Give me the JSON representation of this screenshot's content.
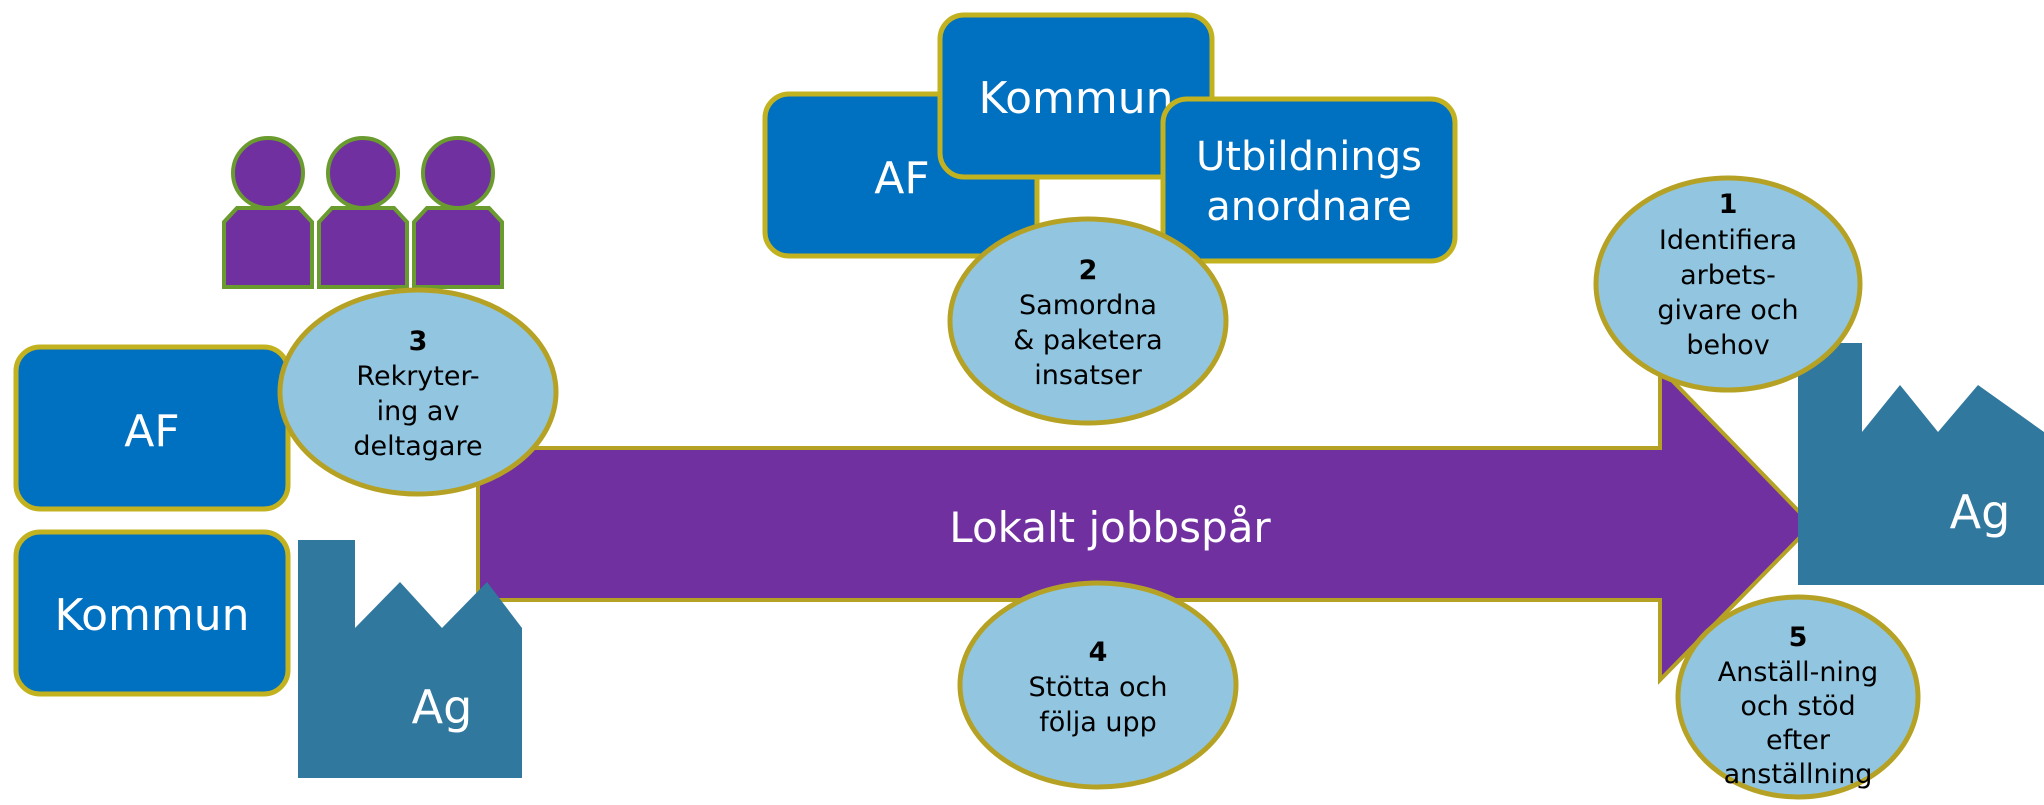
{
  "colors": {
    "box_blue": "#0070c0",
    "box_border": "#c3b21f",
    "circle_fill": "#92c5e0",
    "circle_border": "#b5a224",
    "arrow_purple": "#7030a0",
    "factory_teal": "#31789f",
    "person_purple": "#7030a0",
    "person_outline": "#6a9b2f",
    "white": "#ffffff",
    "black": "#000000"
  },
  "arrow": {
    "label": "Lokalt jobbspår"
  },
  "boxes": {
    "af_left": "AF",
    "kommun_left": "Kommun",
    "af_top": "AF",
    "kommun_top": "Kommun",
    "utbildning_line1": "Utbildnings",
    "utbildning_line2": "anordnare"
  },
  "factories": {
    "left_label": "Ag",
    "right_label": "Ag"
  },
  "steps": [
    {
      "number": "1",
      "lines": [
        "Identifiera",
        "arbets-",
        "givare och",
        "behov"
      ]
    },
    {
      "number": "2",
      "lines": [
        "Samordna",
        "& paketera",
        "insatser"
      ]
    },
    {
      "number": "3",
      "lines": [
        "Rekryter-",
        "ing av",
        "deltagare"
      ]
    },
    {
      "number": "4",
      "lines": [
        "Stötta och",
        "följa upp"
      ]
    },
    {
      "number": "5",
      "lines": [
        "Anställ-ning",
        "och stöd",
        "efter",
        "anställning"
      ]
    }
  ],
  "icons": [
    "person-icon",
    "person-icon",
    "person-icon",
    "factory-icon",
    "factory-icon"
  ]
}
